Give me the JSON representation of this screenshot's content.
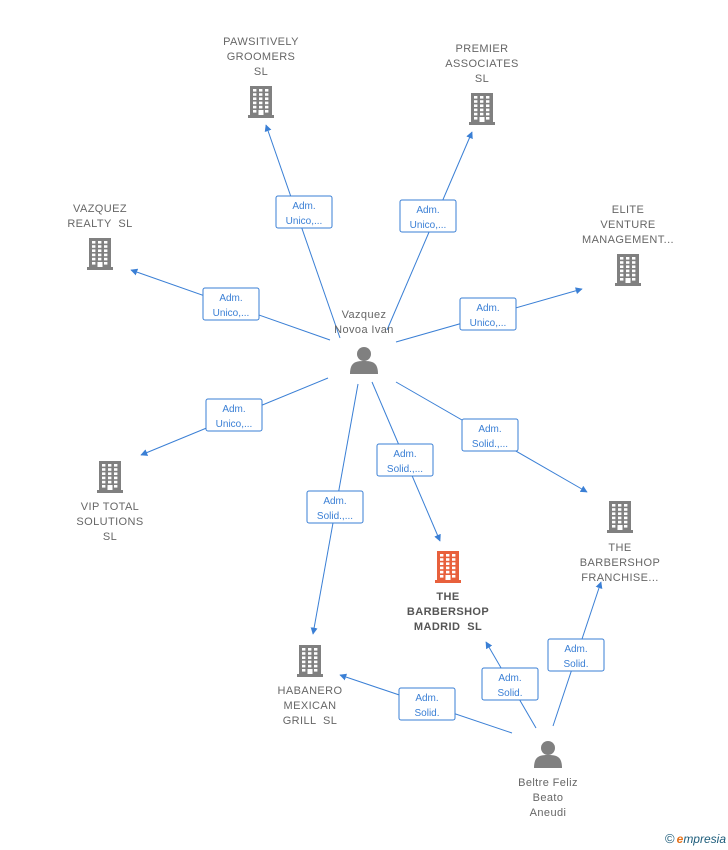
{
  "colors": {
    "edge": "#3a7fd5",
    "company": "#808080",
    "company_main": "#e8603c",
    "person": "#808080"
  },
  "nodes": [
    {
      "id": "pawsitively",
      "type": "company",
      "lines": [
        "PAWSITIVELY",
        "GROOMERS",
        "SL"
      ]
    },
    {
      "id": "premier",
      "type": "company",
      "lines": [
        "PREMIER",
        "ASSOCIATES",
        "SL"
      ]
    },
    {
      "id": "vazquez_realty",
      "type": "company",
      "lines": [
        "VAZQUEZ",
        "REALTY  SL"
      ]
    },
    {
      "id": "elite",
      "type": "company",
      "lines": [
        "ELITE",
        "VENTURE",
        "MANAGEMENT..."
      ]
    },
    {
      "id": "vazquez_ivan",
      "type": "person",
      "lines": [
        "Vazquez",
        "Novoa Ivan"
      ]
    },
    {
      "id": "vip",
      "type": "company",
      "lines": [
        "VIP TOTAL",
        "SOLUTIONS",
        "SL"
      ]
    },
    {
      "id": "barbershop_madrid",
      "type": "company_main",
      "lines": [
        "THE",
        "BARBERSHOP",
        "MADRID  SL"
      ]
    },
    {
      "id": "barbershop_franchise",
      "type": "company",
      "lines": [
        "THE",
        "BARBERSHOP",
        "FRANCHISE..."
      ]
    },
    {
      "id": "habanero",
      "type": "company",
      "lines": [
        "HABANERO",
        "MEXICAN",
        "GRILL  SL"
      ]
    },
    {
      "id": "beltre",
      "type": "person",
      "lines": [
        "Beltre Feliz",
        "Beato",
        "Aneudi"
      ]
    }
  ],
  "edges": [
    {
      "from": "vazquez_ivan",
      "to": "pawsitively",
      "label": [
        "Adm.",
        "Unico,..."
      ]
    },
    {
      "from": "vazquez_ivan",
      "to": "premier",
      "label": [
        "Adm.",
        "Unico,..."
      ]
    },
    {
      "from": "vazquez_ivan",
      "to": "vazquez_realty",
      "label": [
        "Adm.",
        "Unico,..."
      ]
    },
    {
      "from": "vazquez_ivan",
      "to": "elite",
      "label": [
        "Adm.",
        "Unico,..."
      ]
    },
    {
      "from": "vazquez_ivan",
      "to": "vip",
      "label": [
        "Adm.",
        "Unico,..."
      ]
    },
    {
      "from": "vazquez_ivan",
      "to": "barbershop_franchise",
      "label": [
        "Adm.",
        "Solid.,..."
      ]
    },
    {
      "from": "vazquez_ivan",
      "to": "barbershop_madrid",
      "label": [
        "Adm.",
        "Solid.,..."
      ]
    },
    {
      "from": "vazquez_ivan",
      "to": "habanero",
      "label": [
        "Adm.",
        "Solid.,..."
      ]
    },
    {
      "from": "beltre",
      "to": "barbershop_franchise",
      "label": [
        "Adm.",
        "Solid."
      ]
    },
    {
      "from": "beltre",
      "to": "barbershop_madrid",
      "label": [
        "Adm.",
        "Solid."
      ]
    },
    {
      "from": "beltre",
      "to": "habanero",
      "label": [
        "Adm.",
        "Solid."
      ]
    }
  ],
  "watermark": {
    "copyright": "©",
    "brand_initial": "e",
    "brand_rest": "mpresia"
  }
}
